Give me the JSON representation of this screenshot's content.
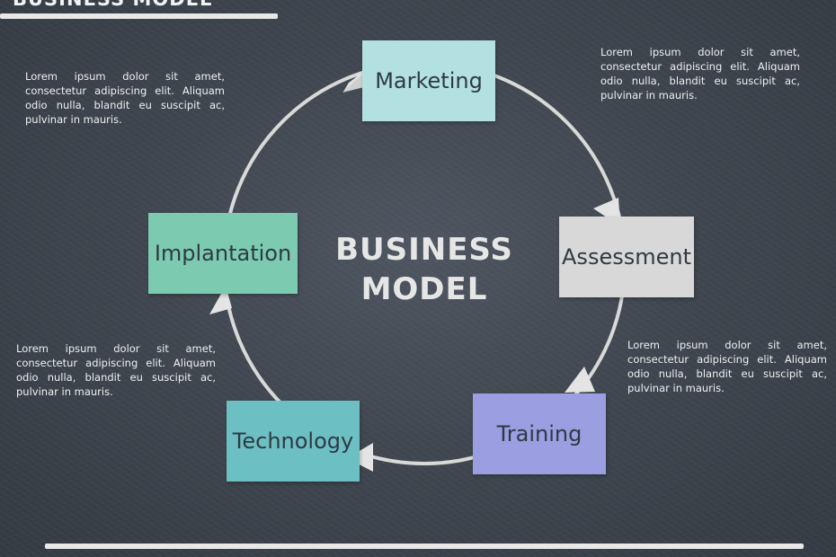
{
  "header": {
    "title": "BUSINESS MODEL"
  },
  "center": {
    "line1": "BUSINESS",
    "line2": "MODEL"
  },
  "stages": {
    "marketing": "Marketing",
    "assessment": "Assessment",
    "training": "Training",
    "technology": "Technology",
    "implantation": "Implantation"
  },
  "notes": {
    "top_left": "Lorem ipsum dolor sit amet, consectetur adipiscing elit. Aliquam odio nulla, blandit eu suscipit ac, pulvinar in mauris.",
    "top_right": "Lorem ipsum dolor sit amet, consectetur adipiscing elit. Aliquam odio nulla, blandit eu suscipit ac, pulvinar in mauris.",
    "middle_left": "Lorem ipsum dolor sit amet, consectetur adipiscing elit. Aliquam odio nulla, blandit eu suscipit ac, pulvinar in mauris.",
    "middle_right": "Lorem ipsum dolor sit amet, consectetur adipiscing elit. Aliquam odio nulla, blandit eu suscipit ac, pulvinar in mauris."
  },
  "colors": {
    "marketing": "#b3e0e0",
    "assessment": "#d8d8d8",
    "training": "#9b9ee0",
    "technology": "#6cbfc2",
    "implantation": "#7ccab0",
    "background": "#3f464f"
  }
}
